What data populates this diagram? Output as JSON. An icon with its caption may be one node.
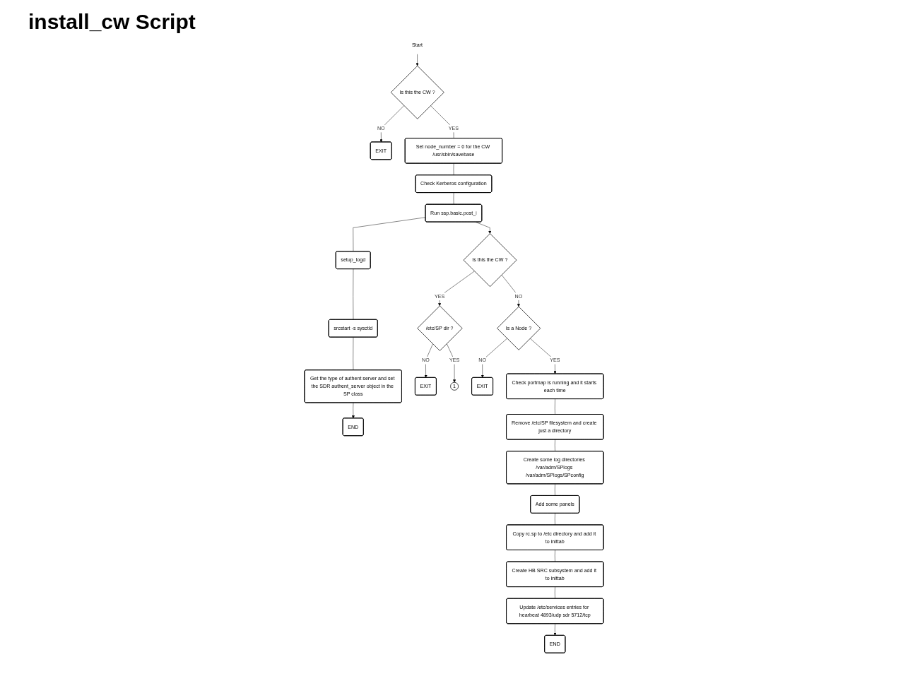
{
  "diagram": {
    "title": "install_cw Script",
    "nodes": [
      {
        "text": [
          "Start"
        ]
      },
      {
        "text": [
          "Is this the CW ?"
        ]
      },
      {
        "text": [
          "EXIT"
        ]
      },
      {
        "text": [
          "Set node_number = 0 for the CW /usr/sbin/savebase"
        ]
      },
      {
        "text": [
          "Check Kerberos configuration"
        ]
      },
      {
        "text": [
          "Run ssp.basic.post_i"
        ]
      },
      {
        "text": [
          "setup_logd"
        ]
      },
      {
        "text": [
          "srcstart -s sysctld"
        ]
      },
      {
        "text": [
          "Get the type of authent server and set the SDR authent_server object in the SP class"
        ]
      },
      {
        "text": [
          "END"
        ]
      },
      {
        "text": [
          "Is this the CW ?"
        ]
      },
      {
        "text": [
          "/etc/SP dir ?"
        ]
      },
      {
        "text": [
          "EXIT"
        ]
      },
      {
        "text": [
          "1"
        ]
      },
      {
        "text": [
          "Is a Node ?"
        ]
      },
      {
        "text": [
          "EXIT"
        ]
      },
      {
        "text": [
          "Check portmap is running and it starts each time"
        ]
      },
      {
        "text": [
          "Remove /etc/SP filesystem and create just a directory"
        ]
      },
      {
        "text": [
          "Create some log directories /var/adm/SPlogs /var/adm/SPlogs/SPconfig"
        ]
      },
      {
        "text": [
          "Add some panels"
        ]
      },
      {
        "text": [
          "Copy rc.sp to /etc directory and add it to inittab"
        ]
      },
      {
        "text": [
          "Create HB SRC subsystem and add it to inittab"
        ]
      },
      {
        "text": [
          "Update /etc/services entries for hearbeat 4893/udp sdr 5712/tcp"
        ]
      },
      {
        "text": [
          "END"
        ]
      }
    ],
    "edges": [
      {
        "from": 0,
        "to": 1,
        "arrow": "to"
      },
      {
        "from": 1,
        "to": 2,
        "arrow": "to",
        "label": "NO"
      },
      {
        "from": 1,
        "to": 3,
        "arrow": "none",
        "label": "YES"
      },
      {
        "from": 3,
        "to": 4,
        "arrow": "none"
      },
      {
        "from": 4,
        "to": 5,
        "arrow": "none"
      },
      {
        "from": 5,
        "to": 10,
        "arrow": "to"
      },
      {
        "from": 5,
        "to": 6,
        "arrow": "none"
      },
      {
        "from": 6,
        "to": 7,
        "arrow": "none"
      },
      {
        "from": 7,
        "to": 8,
        "arrow": "none"
      },
      {
        "from": 8,
        "to": 9,
        "arrow": "to"
      },
      {
        "from": 10,
        "to": 14,
        "arrow": "to",
        "label": "NO"
      },
      {
        "from": 10,
        "to": 11,
        "arrow": "to",
        "label": "YES"
      },
      {
        "from": 11,
        "to": 12,
        "arrow": "to",
        "label": "NO"
      },
      {
        "from": 11,
        "to": 13,
        "arrow": "to",
        "label": "YES"
      },
      {
        "from": 14,
        "to": 15,
        "arrow": "to",
        "label": "NO"
      },
      {
        "from": 14,
        "to": 16,
        "arrow": "to",
        "label": "YES"
      },
      {
        "from": 16,
        "to": 17,
        "arrow": "none"
      },
      {
        "from": 17,
        "to": 18,
        "arrow": "none"
      },
      {
        "from": 18,
        "to": 19,
        "arrow": "none"
      },
      {
        "from": 19,
        "to": 20,
        "arrow": "none"
      },
      {
        "from": 20,
        "to": 21,
        "arrow": "none"
      },
      {
        "from": 21,
        "to": 22,
        "arrow": "none"
      },
      {
        "from": 22,
        "to": 23,
        "arrow": "to"
      }
    ]
  }
}
